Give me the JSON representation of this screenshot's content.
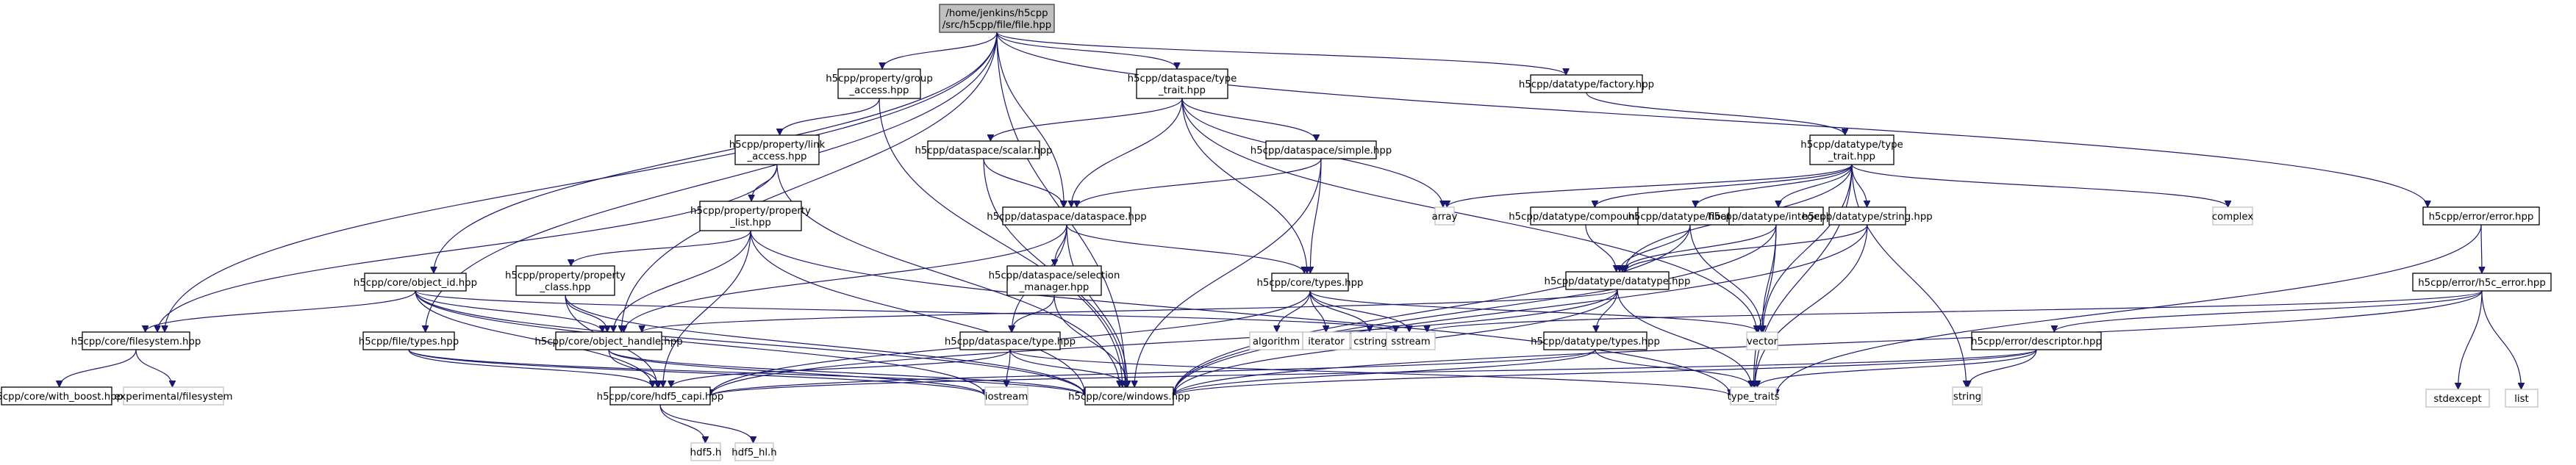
{
  "title": "Include dependency graph for file.hpp",
  "colors": {
    "edge": "#191970",
    "root_fill": "#bfbfbf",
    "external_border": "#bfbfbf",
    "node_border": "#000000"
  },
  "nodes": [
    {
      "id": "root",
      "lines": [
        "/home/jenkins/h5cpp",
        "/src/h5cpp/file/file.hpp"
      ],
      "kind": "root"
    },
    {
      "id": "group_access",
      "lines": [
        "h5cpp/property/group",
        "_access.hpp"
      ],
      "kind": "header"
    },
    {
      "id": "ds_type_trait",
      "lines": [
        "h5cpp/dataspace/type",
        "_trait.hpp"
      ],
      "kind": "header"
    },
    {
      "id": "dt_factory",
      "lines": [
        "h5cpp/datatype/factory.hpp"
      ],
      "kind": "header"
    },
    {
      "id": "link_access",
      "lines": [
        "h5cpp/property/link",
        "_access.hpp"
      ],
      "kind": "header"
    },
    {
      "id": "ds_scalar",
      "lines": [
        "h5cpp/dataspace/scalar.hpp"
      ],
      "kind": "header"
    },
    {
      "id": "ds_simple",
      "lines": [
        "h5cpp/dataspace/simple.hpp"
      ],
      "kind": "header"
    },
    {
      "id": "dt_type_trait",
      "lines": [
        "h5cpp/datatype/type",
        "_trait.hpp"
      ],
      "kind": "header"
    },
    {
      "id": "property_list",
      "lines": [
        "h5cpp/property/property",
        "_list.hpp"
      ],
      "kind": "header"
    },
    {
      "id": "ds_dataspace",
      "lines": [
        "h5cpp/dataspace/dataspace.hpp"
      ],
      "kind": "header"
    },
    {
      "id": "array",
      "lines": [
        "array"
      ],
      "kind": "external"
    },
    {
      "id": "dt_compound",
      "lines": [
        "h5cpp/datatype/compound.hpp"
      ],
      "kind": "header"
    },
    {
      "id": "dt_float",
      "lines": [
        "h5cpp/datatype/float.hpp"
      ],
      "kind": "header"
    },
    {
      "id": "dt_integer",
      "lines": [
        "h5cpp/datatype/integer.hpp"
      ],
      "kind": "header"
    },
    {
      "id": "dt_string",
      "lines": [
        "h5cpp/datatype/string.hpp"
      ],
      "kind": "header"
    },
    {
      "id": "complex",
      "lines": [
        "complex"
      ],
      "kind": "external"
    },
    {
      "id": "err_error",
      "lines": [
        "h5cpp/error/error.hpp"
      ],
      "kind": "header"
    },
    {
      "id": "object_id",
      "lines": [
        "h5cpp/core/object_id.hpp"
      ],
      "kind": "header"
    },
    {
      "id": "property_class",
      "lines": [
        "h5cpp/property/property",
        "_class.hpp"
      ],
      "kind": "header"
    },
    {
      "id": "selection_manager",
      "lines": [
        "h5cpp/dataspace/selection",
        "_manager.hpp"
      ],
      "kind": "header"
    },
    {
      "id": "core_types",
      "lines": [
        "h5cpp/core/types.hpp"
      ],
      "kind": "header"
    },
    {
      "id": "dt_datatype",
      "lines": [
        "h5cpp/datatype/datatype.hpp"
      ],
      "kind": "header"
    },
    {
      "id": "h5c_error",
      "lines": [
        "h5cpp/error/h5c_error.hpp"
      ],
      "kind": "header"
    },
    {
      "id": "filesystem",
      "lines": [
        "h5cpp/core/filesystem.hpp"
      ],
      "kind": "header"
    },
    {
      "id": "file_types",
      "lines": [
        "h5cpp/file/types.hpp"
      ],
      "kind": "header"
    },
    {
      "id": "object_handle",
      "lines": [
        "h5cpp/core/object_handle.hpp"
      ],
      "kind": "header"
    },
    {
      "id": "ds_type",
      "lines": [
        "h5cpp/dataspace/type.hpp"
      ],
      "kind": "header"
    },
    {
      "id": "algorithm",
      "lines": [
        "algorithm"
      ],
      "kind": "external"
    },
    {
      "id": "iterator",
      "lines": [
        "iterator"
      ],
      "kind": "external"
    },
    {
      "id": "cstring",
      "lines": [
        "cstring"
      ],
      "kind": "external"
    },
    {
      "id": "sstream",
      "lines": [
        "sstream"
      ],
      "kind": "external"
    },
    {
      "id": "dt_types",
      "lines": [
        "h5cpp/datatype/types.hpp"
      ],
      "kind": "header"
    },
    {
      "id": "vector",
      "lines": [
        "vector"
      ],
      "kind": "external"
    },
    {
      "id": "err_descriptor",
      "lines": [
        "h5cpp/error/descriptor.hpp"
      ],
      "kind": "header"
    },
    {
      "id": "stdexcept",
      "lines": [
        "stdexcept"
      ],
      "kind": "external"
    },
    {
      "id": "list",
      "lines": [
        "list"
      ],
      "kind": "external"
    },
    {
      "id": "with_boost",
      "lines": [
        "h5cpp/core/with_boost.hpp"
      ],
      "kind": "header"
    },
    {
      "id": "exp_filesystem",
      "lines": [
        "experimental/filesystem"
      ],
      "kind": "external"
    },
    {
      "id": "hdf5_capi",
      "lines": [
        "h5cpp/core/hdf5_capi.hpp"
      ],
      "kind": "header"
    },
    {
      "id": "iostream",
      "lines": [
        "iostream"
      ],
      "kind": "external"
    },
    {
      "id": "windows",
      "lines": [
        "h5cpp/core/windows.hpp"
      ],
      "kind": "header"
    },
    {
      "id": "type_traits",
      "lines": [
        "type_traits"
      ],
      "kind": "external"
    },
    {
      "id": "string",
      "lines": [
        "string"
      ],
      "kind": "external"
    },
    {
      "id": "hdf5_h",
      "lines": [
        "hdf5.h"
      ],
      "kind": "external"
    },
    {
      "id": "hdf5_hl_h",
      "lines": [
        "hdf5_hl.h"
      ],
      "kind": "external"
    }
  ],
  "edges": [
    [
      "root",
      "group_access"
    ],
    [
      "root",
      "ds_type_trait"
    ],
    [
      "root",
      "dt_factory"
    ],
    [
      "root",
      "err_error"
    ],
    [
      "root",
      "filesystem"
    ],
    [
      "root",
      "file_types"
    ],
    [
      "root",
      "object_id"
    ],
    [
      "root",
      "object_handle"
    ],
    [
      "root",
      "ds_dataspace"
    ],
    [
      "root",
      "windows"
    ],
    [
      "group_access",
      "link_access"
    ],
    [
      "group_access",
      "windows"
    ],
    [
      "link_access",
      "property_list"
    ],
    [
      "link_access",
      "filesystem"
    ],
    [
      "link_access",
      "windows"
    ],
    [
      "property_list",
      "property_class"
    ],
    [
      "property_list",
      "object_handle"
    ],
    [
      "property_list",
      "hdf5_capi"
    ],
    [
      "property_list",
      "windows"
    ],
    [
      "property_list",
      "type_traits"
    ],
    [
      "property_class",
      "object_handle"
    ],
    [
      "property_class",
      "hdf5_capi"
    ],
    [
      "property_class",
      "windows"
    ],
    [
      "ds_type_trait",
      "ds_scalar"
    ],
    [
      "ds_type_trait",
      "ds_simple"
    ],
    [
      "ds_type_trait",
      "ds_dataspace"
    ],
    [
      "ds_type_trait",
      "core_types"
    ],
    [
      "ds_type_trait",
      "array"
    ],
    [
      "ds_type_trait",
      "vector"
    ],
    [
      "ds_scalar",
      "ds_dataspace"
    ],
    [
      "ds_scalar",
      "windows"
    ],
    [
      "ds_simple",
      "ds_dataspace"
    ],
    [
      "ds_simple",
      "core_types"
    ],
    [
      "ds_simple",
      "windows"
    ],
    [
      "ds_dataspace",
      "object_handle"
    ],
    [
      "ds_dataspace",
      "selection_manager"
    ],
    [
      "ds_dataspace",
      "ds_type"
    ],
    [
      "ds_dataspace",
      "core_types"
    ],
    [
      "ds_dataspace",
      "windows"
    ],
    [
      "selection_manager",
      "ds_type"
    ],
    [
      "selection_manager",
      "windows"
    ],
    [
      "ds_type",
      "hdf5_capi"
    ],
    [
      "ds_type",
      "iostream"
    ],
    [
      "ds_type",
      "windows"
    ],
    [
      "ds_type",
      "type_traits"
    ],
    [
      "core_types",
      "algorithm"
    ],
    [
      "core_types",
      "iterator"
    ],
    [
      "core_types",
      "cstring"
    ],
    [
      "core_types",
      "sstream"
    ],
    [
      "core_types",
      "vector"
    ],
    [
      "core_types",
      "hdf5_capi"
    ],
    [
      "dt_factory",
      "dt_type_trait"
    ],
    [
      "dt_type_trait",
      "array"
    ],
    [
      "dt_type_trait",
      "dt_compound"
    ],
    [
      "dt_type_trait",
      "dt_float"
    ],
    [
      "dt_type_trait",
      "dt_integer"
    ],
    [
      "dt_type_trait",
      "dt_string"
    ],
    [
      "dt_type_trait",
      "complex"
    ],
    [
      "dt_type_trait",
      "dt_datatype"
    ],
    [
      "dt_type_trait",
      "vector"
    ],
    [
      "dt_type_trait",
      "type_traits"
    ],
    [
      "dt_type_trait",
      "string"
    ],
    [
      "dt_compound",
      "dt_datatype"
    ],
    [
      "dt_float",
      "dt_datatype"
    ],
    [
      "dt_float",
      "vector"
    ],
    [
      "dt_float",
      "windows"
    ],
    [
      "dt_integer",
      "dt_datatype"
    ],
    [
      "dt_integer",
      "vector"
    ],
    [
      "dt_integer",
      "windows"
    ],
    [
      "dt_integer",
      "type_traits"
    ],
    [
      "dt_string",
      "dt_datatype"
    ],
    [
      "dt_string",
      "windows"
    ],
    [
      "dt_string",
      "type_traits"
    ],
    [
      "dt_datatype",
      "object_handle"
    ],
    [
      "dt_datatype",
      "dt_types"
    ],
    [
      "dt_datatype",
      "windows"
    ],
    [
      "dt_datatype",
      "type_traits"
    ],
    [
      "dt_datatype",
      "hdf5_capi"
    ],
    [
      "dt_types",
      "windows"
    ],
    [
      "dt_types",
      "type_traits"
    ],
    [
      "dt_types",
      "hdf5_capi"
    ],
    [
      "err_error",
      "h5c_error"
    ],
    [
      "err_error",
      "type_traits"
    ],
    [
      "h5c_error",
      "stdexcept"
    ],
    [
      "h5c_error",
      "list"
    ],
    [
      "h5c_error",
      "err_descriptor"
    ],
    [
      "h5c_error",
      "sstream"
    ],
    [
      "h5c_error",
      "windows"
    ],
    [
      "err_descriptor",
      "string"
    ],
    [
      "err_descriptor",
      "hdf5_capi"
    ],
    [
      "err_descriptor",
      "windows"
    ],
    [
      "err_descriptor",
      "type_traits"
    ],
    [
      "object_id",
      "filesystem"
    ],
    [
      "object_id",
      "object_handle"
    ],
    [
      "object_id",
      "hdf5_capi"
    ],
    [
      "object_id",
      "windows"
    ],
    [
      "object_id",
      "sstream"
    ],
    [
      "object_id",
      "iostream"
    ],
    [
      "filesystem",
      "with_boost"
    ],
    [
      "filesystem",
      "exp_filesystem"
    ],
    [
      "file_types",
      "hdf5_capi"
    ],
    [
      "file_types",
      "windows"
    ],
    [
      "file_types",
      "iostream"
    ],
    [
      "object_handle",
      "hdf5_capi"
    ],
    [
      "object_handle",
      "iostream"
    ],
    [
      "object_handle",
      "windows"
    ],
    [
      "hdf5_capi",
      "hdf5_h"
    ],
    [
      "hdf5_capi",
      "hdf5_hl_h"
    ]
  ]
}
